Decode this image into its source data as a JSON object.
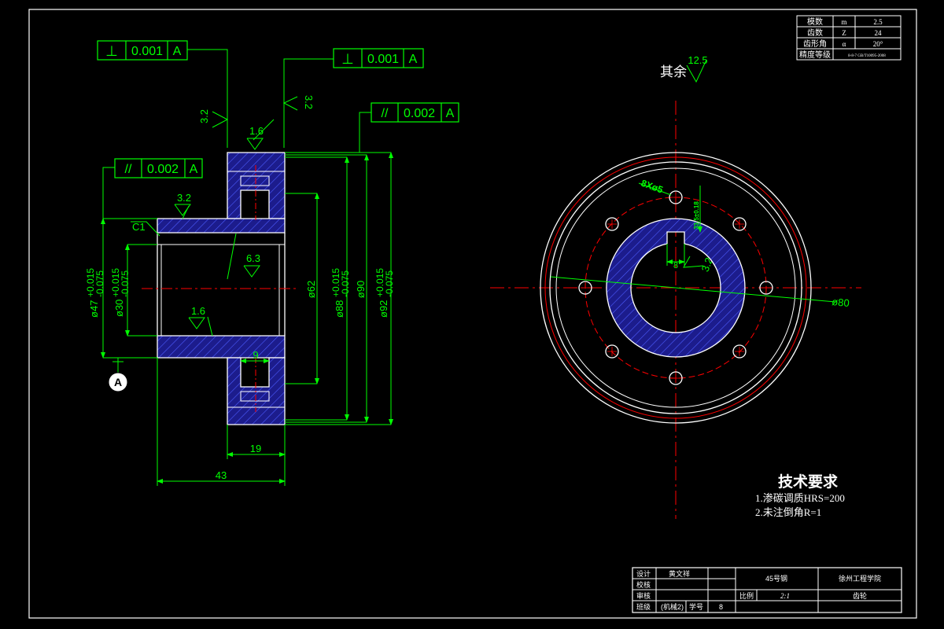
{
  "gear_params": [
    {
      "label": "模数",
      "symbol": "m",
      "value": "2.5"
    },
    {
      "label": "齿数",
      "symbol": "Z",
      "value": "24"
    },
    {
      "label": "齿形角",
      "symbol": "α",
      "value": "20°"
    },
    {
      "label": "精度等级",
      "symbol": "",
      "value": "8-8-7 GB/T10095-2008"
    }
  ],
  "tolerances": {
    "perp_top": {
      "symbol": "⊥",
      "value": "0.001",
      "datum": "A"
    },
    "perp_right": {
      "symbol": "⊥",
      "value": "0.001",
      "datum": "A"
    },
    "parallel_right": {
      "symbol": "//",
      "value": "0.002",
      "datum": "A"
    },
    "parallel_left": {
      "symbol": "//",
      "value": "0.002",
      "datum": "A"
    }
  },
  "roughness": {
    "face_left": "3.2",
    "face_right": "3.2",
    "tooth_top": "1.6",
    "hub_top": "3.2",
    "bore_inner": "6.3",
    "bore_lower": "1.6",
    "keyway": "3.2",
    "other": "12.5",
    "other_label": "其余"
  },
  "dimensions": {
    "hub_dia": "ø47",
    "hub_tol_up": "+0.015",
    "hub_tol_lo": "-0.075",
    "bore_dia": "ø30",
    "bore_tol_up": "+0.015",
    "bore_tol_lo": "-0.075",
    "web_dia": "ø62",
    "root_dia": "ø88",
    "root_tol_up": "+0.015",
    "root_tol_lo": "-0.075",
    "pitch_dia": "ø90",
    "tip_dia": "ø92",
    "tip_tol_up": "+0.015",
    "tip_tol_lo": "-0.075",
    "chamfer": "C1",
    "web_thk": "9",
    "width": "19",
    "total_len": "43",
    "datum": "A",
    "hole_pattern": "8Xø5",
    "hole_circle": "ø80",
    "keyway_width": "8",
    "keyway_depth": "33.5±0.18"
  },
  "tech_req": {
    "title": "技术要求",
    "items": [
      "1.渗碳调质HRS=200",
      "2.未注倒角R=1"
    ]
  },
  "title_block": {
    "design_label": "设计",
    "designer": "黄文祥",
    "check_label": "校核",
    "review_label": "审核",
    "class_label": "班级",
    "class_value": "(机械2)",
    "id_label": "学号",
    "id_value": "8",
    "material": "45号钢",
    "school": "徐州工程学院",
    "scale_label": "比例",
    "scale_value": "2:1",
    "part_name": "齿轮"
  },
  "colors": {
    "background": "#000000",
    "outline": "#ffffff",
    "dimension": "#00ff00",
    "centerline": "#ff0000",
    "section_fill": "#1c1c8c",
    "hatch": "#4c5cff"
  }
}
